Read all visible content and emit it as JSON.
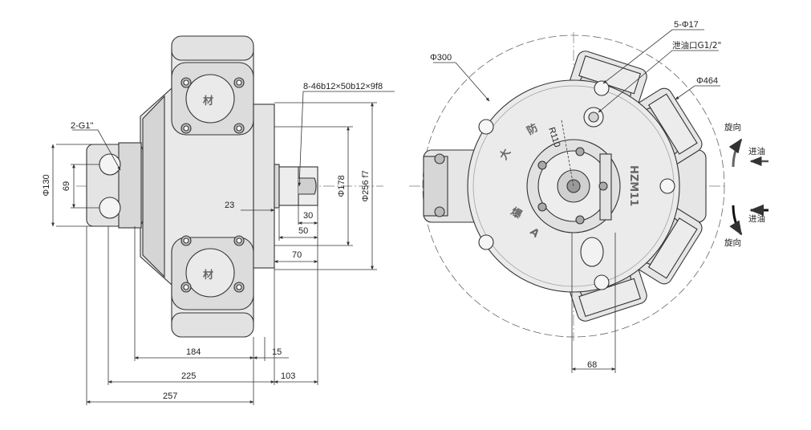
{
  "side_view": {
    "port_label": "2-G1\"",
    "spline_label": "8-46b12×50b12×9f8",
    "dims": {
      "d130": "Φ130",
      "d69": "69",
      "d178": "Φ178",
      "d256": "Φ256 f7",
      "d23": "23",
      "d30": "30",
      "d50": "50",
      "d70": "70",
      "d184": "184",
      "d15": "15",
      "d225": "225",
      "d103": "103",
      "d257": "257"
    }
  },
  "front_view": {
    "d300": "Φ300",
    "holes": "5-Φ17",
    "drain": "泄油口G1/2\"",
    "d464": "Φ464",
    "r110": "R110",
    "d68": "68",
    "rot_top": "旋向",
    "inlet_top": "进油",
    "inlet_bottom": "进油",
    "rot_bottom": "旋向",
    "model": "HZM11",
    "cast_text": [
      "防",
      "爆",
      "大",
      "A"
    ]
  },
  "colors": {
    "line": "#333333",
    "body": "#e9e9e9",
    "shade": "#c8c8c8",
    "dark": "#555555"
  }
}
